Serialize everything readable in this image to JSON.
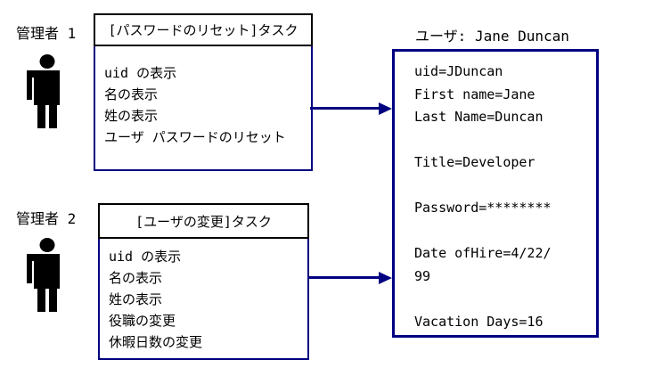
{
  "colors": {
    "accent_navy": "#000080",
    "line_black": "#000000",
    "background": "#ffffff"
  },
  "admins": [
    {
      "label": "管理者 1",
      "icon": "person-icon"
    },
    {
      "label": "管理者 2",
      "icon": "person-icon"
    }
  ],
  "task_boxes": [
    {
      "title": "[パスワードのリセット]タスク",
      "items": [
        "uid の表示",
        "名の表示",
        "姓の表示",
        "ユーザ パスワードのリセット"
      ]
    },
    {
      "title": "[ユーザの変更]タスク",
      "items": [
        "uid の表示",
        "名の表示",
        "姓の表示",
        "役職の変更",
        "休暇日数の変更"
      ]
    }
  ],
  "user_record": {
    "title": "ユーザ: Jane Duncan",
    "lines": [
      "uid=JDuncan",
      "First name=Jane",
      "Last Name=Duncan",
      "",
      "Title=Developer",
      "",
      "Password=********",
      "",
      "Date ofHire=4/22/",
      "99",
      "",
      "Vacation Days=16"
    ]
  }
}
